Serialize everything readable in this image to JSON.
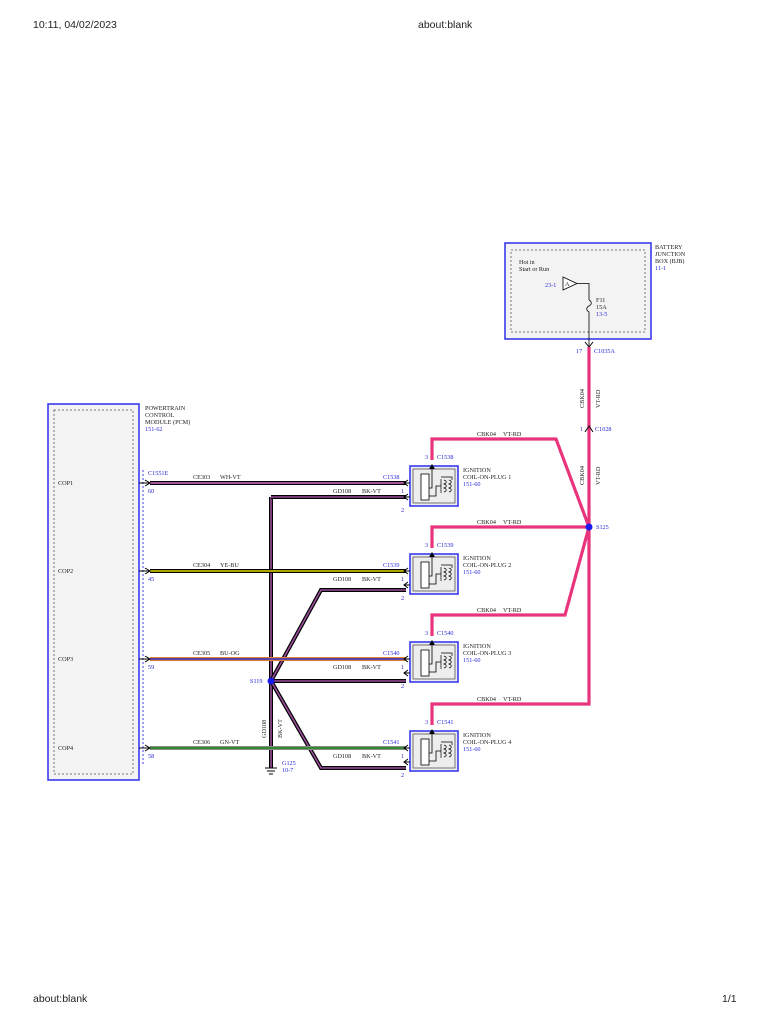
{
  "browser": {
    "timestamp": "10:11, 04/02/2023",
    "title": "about:blank",
    "footer_url": "about:blank",
    "page_count": "1/1"
  },
  "colors": {
    "module_border": "#3a3aee",
    "ref_text": "#2b2bd9",
    "vt_rd": "#e8357c",
    "bk_vt_inner": "#9b4f9b",
    "wh_vt": "#e070d0",
    "ye_bu": "#e7d700",
    "bu_og": "#2b2bd9",
    "gn_vt": "#1a8a1a",
    "splice": "#1a1aee"
  },
  "bjb": {
    "name_lines": [
      "BATTERY",
      "JUNCTION",
      "BOX (BJB)"
    ],
    "ref": "11-1",
    "note_lines": [
      "Hot in",
      "Start or Run"
    ],
    "bus_ref": "23-1",
    "bus_label": "A",
    "fuse_id": "F11",
    "fuse_rating": "15A",
    "fuse_ref": "13-5",
    "pin": "17",
    "connector": "C1035A"
  },
  "riser": {
    "circuit": "CBK04",
    "color": "VT-RD",
    "pin": "1",
    "connector": "C1028"
  },
  "riser2": {
    "circuit": "CBK04",
    "color": "VT-RD"
  },
  "pcm": {
    "name_lines": [
      "POWERTRAIN",
      "CONTROL",
      "MODULE (PCM)"
    ],
    "ref": "151-62",
    "connector": "C1551E",
    "pins": [
      {
        "label": "COP1",
        "pin": "60"
      },
      {
        "label": "COP2",
        "pin": "45"
      },
      {
        "label": "COP3",
        "pin": "59"
      },
      {
        "label": "COP4",
        "pin": "58"
      }
    ]
  },
  "coils": [
    {
      "name_lines": [
        "IGNITION",
        "COIL-ON-PLUG 1"
      ],
      "ref": "151-60",
      "connector": "C1538",
      "signal_circuit": "CE303",
      "signal_color": "WH-VT",
      "feed_circuit": "CBK04",
      "feed_color": "VT-RD",
      "ground_circuit": "GD108",
      "ground_color": "BK-VT",
      "pin_feed": "3",
      "pin_signal": "1",
      "pin_ground": "2"
    },
    {
      "name_lines": [
        "IGNITION",
        "COIL-ON-PLUG 2"
      ],
      "ref": "151-60",
      "connector": "C1539",
      "signal_circuit": "CE304",
      "signal_color": "YE-BU",
      "feed_circuit": "CBK04",
      "feed_color": "VT-RD",
      "ground_circuit": "GD108",
      "ground_color": "BK-VT",
      "pin_feed": "3",
      "pin_signal": "1",
      "pin_ground": "2"
    },
    {
      "name_lines": [
        "IGNITION",
        "COIL-ON-PLUG 3"
      ],
      "ref": "151-60",
      "connector": "C1540",
      "signal_circuit": "CE305",
      "signal_color": "BU-OG",
      "feed_circuit": "CBK04",
      "feed_color": "VT-RD",
      "ground_circuit": "GD108",
      "ground_color": "BK-VT",
      "pin_feed": "3",
      "pin_signal": "1",
      "pin_ground": "2"
    },
    {
      "name_lines": [
        "IGNITION",
        "COIL-ON-PLUG 4"
      ],
      "ref": "151-60",
      "connector": "C1541",
      "signal_circuit": "CE306",
      "signal_color": "GN-VT",
      "feed_circuit": "CBK04",
      "feed_color": "VT-RD",
      "ground_circuit": "GD108",
      "ground_color": "BK-VT",
      "pin_feed": "3",
      "pin_signal": "1",
      "pin_ground": "2"
    }
  ],
  "splices": {
    "power": "S125",
    "ground": "S119"
  },
  "ground": {
    "circuit": "GD108",
    "color": "BK-VT",
    "id": "G125",
    "ref": "10-7"
  }
}
